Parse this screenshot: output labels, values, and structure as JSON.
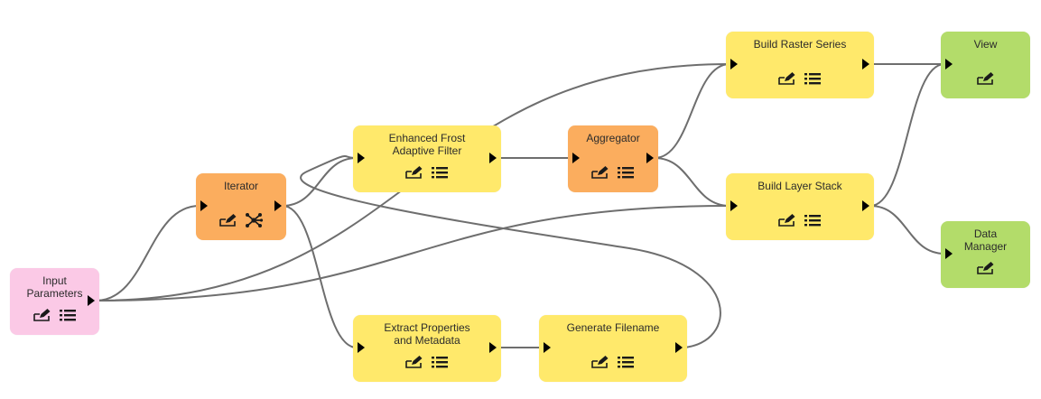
{
  "diagram": {
    "type": "model-builder-workflow",
    "colors": {
      "parameter": "#FBC9E6",
      "utility": "#FBAD5E",
      "tool": "#FFE96B",
      "output": "#B3DC6A",
      "link": "#6e6e6e",
      "port": "#000000"
    },
    "nodes": [
      {
        "id": "input_parameters",
        "label": "Input\nParameters",
        "kind": "parameter",
        "icons": [
          "edit-icon",
          "list-icon"
        ],
        "ports": [
          "out"
        ]
      },
      {
        "id": "iterator",
        "label": "Iterator",
        "kind": "utility",
        "icons": [
          "edit-icon",
          "network-icon"
        ],
        "ports": [
          "in",
          "out"
        ]
      },
      {
        "id": "enhanced_frost",
        "label": "Enhanced Frost\nAdaptive Filter",
        "kind": "tool",
        "icons": [
          "edit-icon",
          "list-icon"
        ],
        "ports": [
          "in",
          "out"
        ]
      },
      {
        "id": "aggregator",
        "label": "Aggregator",
        "kind": "utility",
        "icons": [
          "edit-icon",
          "list-icon"
        ],
        "ports": [
          "in",
          "out"
        ]
      },
      {
        "id": "build_raster_series",
        "label": "Build Raster Series",
        "kind": "tool",
        "icons": [
          "edit-icon",
          "list-icon"
        ],
        "ports": [
          "in",
          "out"
        ]
      },
      {
        "id": "build_layer_stack",
        "label": "Build Layer Stack",
        "kind": "tool",
        "icons": [
          "edit-icon",
          "list-icon"
        ],
        "ports": [
          "in",
          "out"
        ]
      },
      {
        "id": "view",
        "label": "View",
        "kind": "output",
        "icons": [
          "edit-icon"
        ],
        "ports": [
          "in"
        ]
      },
      {
        "id": "data_manager",
        "label": "Data\nManager",
        "kind": "output",
        "icons": [
          "edit-icon"
        ],
        "ports": [
          "in"
        ]
      },
      {
        "id": "extract_properties",
        "label": "Extract Properties\nand Metadata",
        "kind": "tool",
        "icons": [
          "edit-icon",
          "list-icon"
        ],
        "ports": [
          "in",
          "out"
        ]
      },
      {
        "id": "generate_filename",
        "label": "Generate Filename",
        "kind": "tool",
        "icons": [
          "edit-icon",
          "list-icon"
        ],
        "ports": [
          "in",
          "out"
        ]
      }
    ],
    "links": [
      {
        "from": "input_parameters",
        "to": "iterator"
      },
      {
        "from": "input_parameters",
        "to": "build_raster_series"
      },
      {
        "from": "input_parameters",
        "to": "build_layer_stack"
      },
      {
        "from": "iterator",
        "to": "enhanced_frost"
      },
      {
        "from": "iterator",
        "to": "extract_properties"
      },
      {
        "from": "enhanced_frost",
        "to": "aggregator"
      },
      {
        "from": "aggregator",
        "to": "build_raster_series"
      },
      {
        "from": "aggregator",
        "to": "build_layer_stack"
      },
      {
        "from": "build_raster_series",
        "to": "view"
      },
      {
        "from": "build_layer_stack",
        "to": "view"
      },
      {
        "from": "build_layer_stack",
        "to": "data_manager"
      },
      {
        "from": "extract_properties",
        "to": "generate_filename"
      },
      {
        "from": "generate_filename",
        "to": "enhanced_frost",
        "loop": true
      }
    ]
  }
}
